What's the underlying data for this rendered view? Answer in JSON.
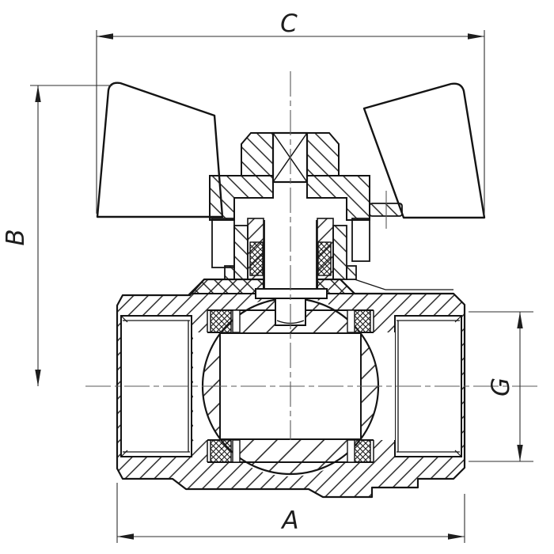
{
  "figure": {
    "kind": "technical-drawing",
    "subject_label": ""
  },
  "colors": {
    "background": "#ffffff",
    "outline": "#141414",
    "hatch": "#1a1a1a",
    "dimension_line": "#2e2e2e",
    "centerline": "#5a5a5a"
  },
  "dimensions": {
    "width_top": {
      "label": "C"
    },
    "height_left": {
      "label": "B"
    },
    "width_bottom": {
      "label": "A"
    },
    "bore_right": {
      "label": "G"
    }
  }
}
